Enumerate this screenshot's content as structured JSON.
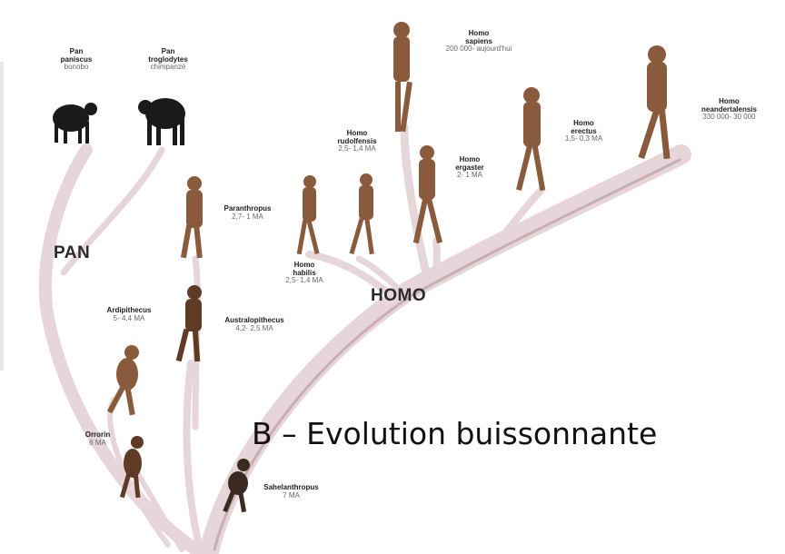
{
  "groups": {
    "pan": "PAN",
    "homo": "HOMO"
  },
  "caption": "B – Evolution buissonnante",
  "species": [
    {
      "id": "pan-paniscus",
      "name": [
        "Pan",
        "paniscus"
      ],
      "date": "bonobo"
    },
    {
      "id": "pan-troglodytes",
      "name": [
        "Pan",
        "troglodytes"
      ],
      "date": "chimpanzé"
    },
    {
      "id": "homo-sapiens",
      "name": [
        "Homo",
        "sapiens"
      ],
      "date": "200 000- aujourd'hui"
    },
    {
      "id": "homo-neandertalensis",
      "name": [
        "Homo",
        "neandertalensis"
      ],
      "date": "330 000- 30 000"
    },
    {
      "id": "homo-erectus",
      "name": [
        "Homo",
        "erectus"
      ],
      "date": "1,5- 0,3 MA"
    },
    {
      "id": "homo-rudolfensis",
      "name": [
        "Homo",
        "rudolfensis"
      ],
      "date": "2,5- 1,4 MA"
    },
    {
      "id": "homo-ergaster",
      "name": [
        "Homo",
        "ergaster"
      ],
      "date": "2- 1 MA"
    },
    {
      "id": "paranthropus",
      "name": [
        "Paranthropus"
      ],
      "date": "2,7- 1 MA"
    },
    {
      "id": "homo-habilis",
      "name": [
        "Homo",
        "habilis"
      ],
      "date": "2,5- 1,4 MA"
    },
    {
      "id": "ardipithecus",
      "name": [
        "Ardipithecus"
      ],
      "date": "5- 4,4 MA"
    },
    {
      "id": "australopithecus",
      "name": [
        "Australopithecus"
      ],
      "date": "4,2- 2,5 MA"
    },
    {
      "id": "orrorin",
      "name": [
        "Orrorin"
      ],
      "date": "6 MA"
    },
    {
      "id": "sahelanthropus",
      "name": [
        "Sahelanthropus"
      ],
      "date": "7 MA"
    }
  ],
  "colors": {
    "branch": "#e6d6d9",
    "branch_shadow": "#c9adb3",
    "ape": "#1a1a1a",
    "hominin": "#8a5a3c",
    "hominin_dark": "#5f3b25",
    "text": "#1d1d1d",
    "date_text": "#666666"
  }
}
